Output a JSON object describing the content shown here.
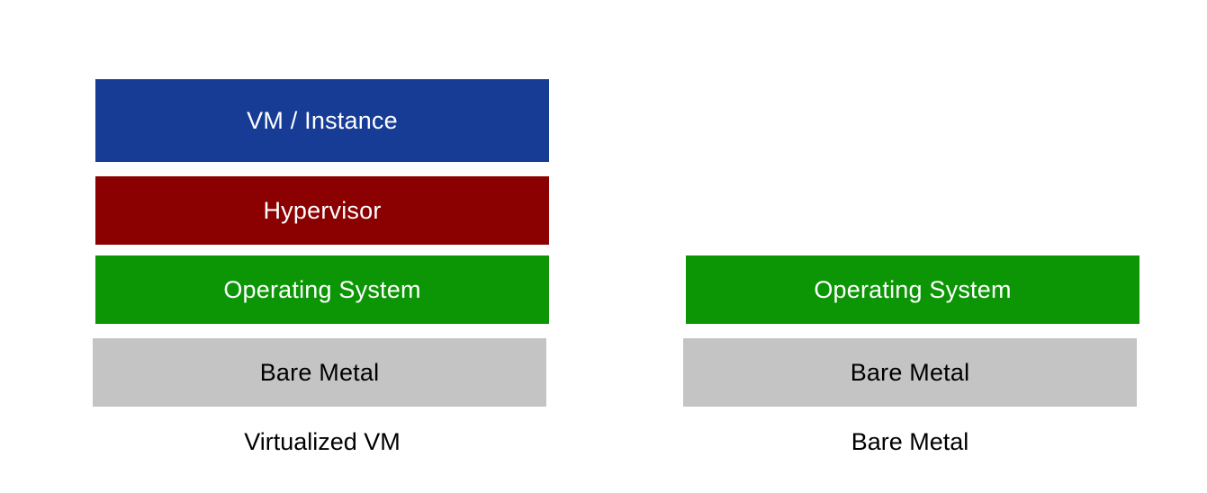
{
  "colors": {
    "vm": "#173c96",
    "hypervisor": "#8b0000",
    "os": "#0c9605",
    "bare_metal": "#c4c4c4",
    "light_text": "#ffffff",
    "dark_text": "#000000"
  },
  "virtualized": {
    "vm_label": "VM / Instance",
    "hypervisor_label": "Hypervisor",
    "os_label": "Operating System",
    "bare_metal_label": "Bare Metal",
    "caption": "Virtualized VM"
  },
  "bare_metal_stack": {
    "os_label": "Operating System",
    "bare_metal_label": "Bare Metal",
    "caption": "Bare Metal"
  }
}
